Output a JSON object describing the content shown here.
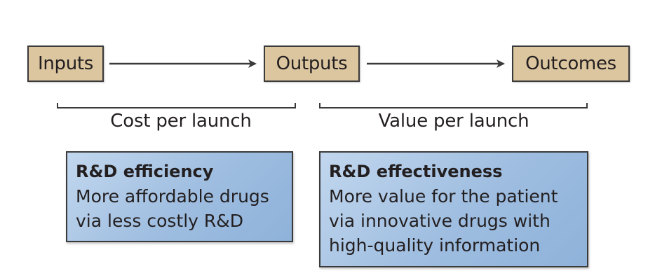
{
  "nodes": {
    "inputs": "Inputs",
    "outputs": "Outputs",
    "outcomes": "Outcomes"
  },
  "metrics": {
    "cost": "Cost per launch",
    "value": "Value per launch"
  },
  "panels": {
    "efficiency": {
      "title": "R&D efficiency",
      "lines": [
        "More affordable drugs",
        "via less costly R&D"
      ]
    },
    "effectiveness": {
      "title": "R&D effectiveness",
      "lines": [
        "More value for the patient",
        "via innovative drugs with",
        "high-quality information"
      ]
    }
  },
  "colors": {
    "node_fill": "#dcc6a0",
    "panel_fill": "#9ebde0",
    "stroke": "#3a3a3a"
  }
}
